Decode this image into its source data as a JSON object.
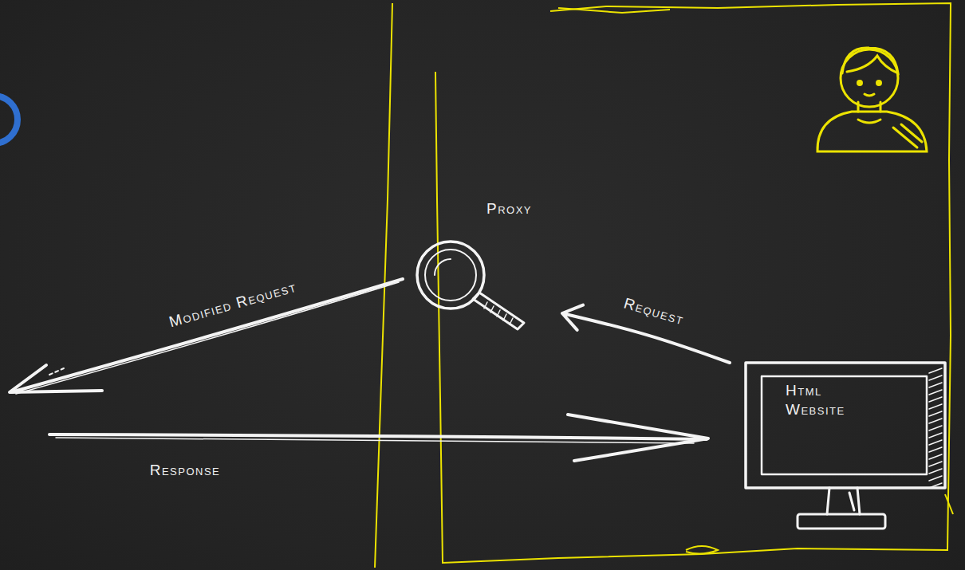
{
  "diagram": {
    "nodes": [
      {
        "text": [
          "Proxy"
        ]
      },
      {
        "text": [
          "Html Website"
        ]
      }
    ],
    "edges": [
      {
        "from": 1,
        "to": 0,
        "label": "Request",
        "arrow": "to"
      }
    ],
    "labels": [
      "Modified Request",
      "Response"
    ]
  }
}
